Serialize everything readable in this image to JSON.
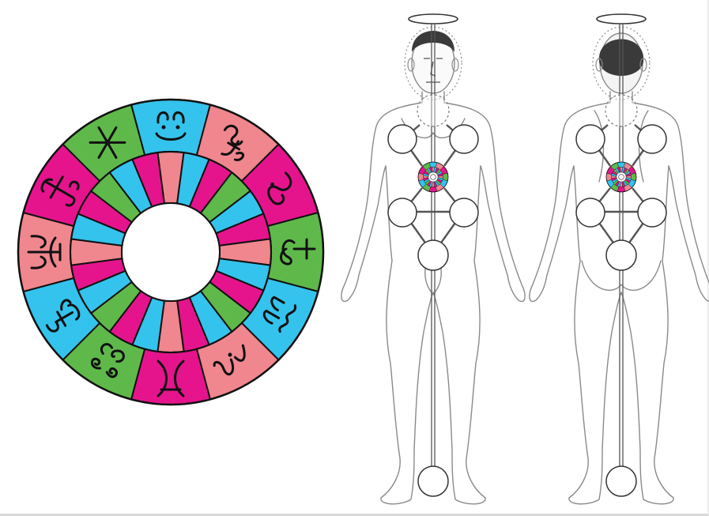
{
  "colors": {
    "green": "#5fb94a",
    "blue": "#34c3ec",
    "magenta": "#e5148c",
    "pink": "#f0868e",
    "ink": "#111111",
    "sketch": "#8a8a8a",
    "hair": "#3a3a3a"
  },
  "outer_ring_colors": [
    "blue",
    "pink",
    "magenta",
    "magenta",
    "green",
    "blue",
    "blue",
    "pink",
    "magenta",
    "magenta",
    "green",
    "blue",
    "blue",
    "pink",
    "magenta",
    "magenta",
    "green",
    "blue",
    "blue",
    "green",
    "magenta",
    "magenta",
    "pink",
    "blue",
    "green",
    "green"
  ],
  "outer_sectors": [
    {
      "color": "blue",
      "glyph": "dots-loops-glyph"
    },
    {
      "color": "pink",
      "glyph": "hook-f-glyph"
    },
    {
      "color": "magenta",
      "glyph": "dotted-s-glyph"
    },
    {
      "color": "green",
      "glyph": "anchor-s-glyph"
    },
    {
      "color": "blue",
      "glyph": "wave-j-glyph"
    },
    {
      "color": "pink",
      "glyph": "dotted-r-glyph"
    },
    {
      "color": "magenta",
      "glyph": "crossed-x-glyph"
    },
    {
      "color": "green",
      "glyph": "triple-spiral-glyph"
    },
    {
      "color": "blue",
      "glyph": "loop-anchor-glyph"
    },
    {
      "color": "pink",
      "glyph": "horned-glyph"
    },
    {
      "color": "magenta",
      "glyph": "crossed-f-glyph"
    },
    {
      "color": "green",
      "glyph": "asterisk-glyph"
    }
  ],
  "inner_ring_colors": [
    "pink",
    "blue",
    "magenta",
    "green",
    "blue",
    "magenta",
    "pink",
    "blue",
    "magenta",
    "green",
    "blue",
    "magenta",
    "pink",
    "blue",
    "magenta",
    "green",
    "blue",
    "magenta",
    "pink",
    "blue",
    "magenta",
    "green",
    "blue",
    "magenta"
  ],
  "figures": [
    {
      "view": "front"
    },
    {
      "view": "back"
    }
  ]
}
